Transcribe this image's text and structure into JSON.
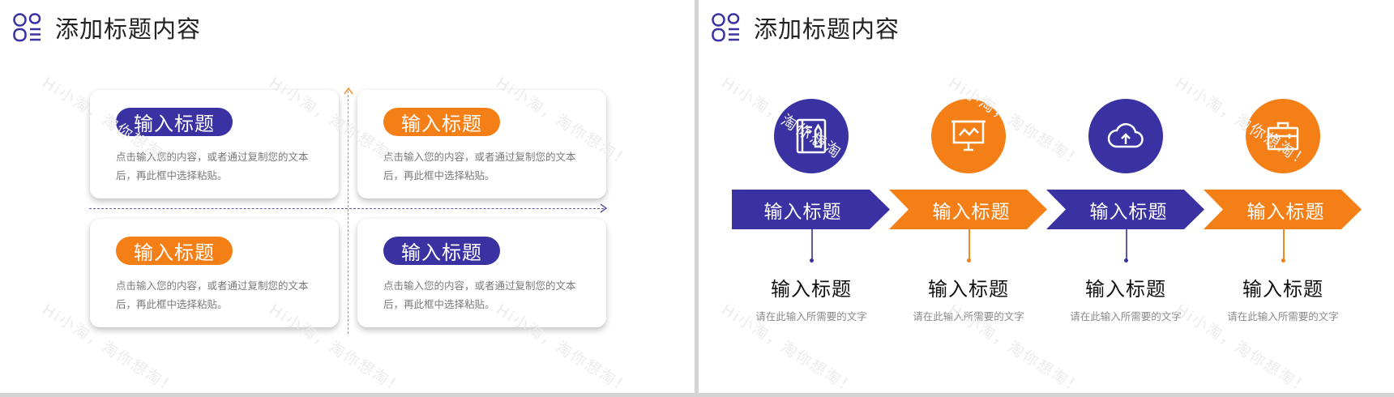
{
  "colors": {
    "purple": "#3a32a3",
    "orange": "#f47f16",
    "background_gap": "#d4d4d4",
    "body_text": "#7a7a7a"
  },
  "watermark": "Hi小淘，淘你想淘！",
  "left_slide": {
    "header": {
      "icon": "grid-list-icon",
      "title": "添加标题内容"
    },
    "cards": [
      {
        "title": "输入标题",
        "color": "purple",
        "text": "点击输入您的内容，或者通过复制您的文本后，再此框中选择粘贴。"
      },
      {
        "title": "输入标题",
        "color": "orange",
        "text": "点击输入您的内容，或者通过复制您的文本后，再此框中选择粘贴。"
      },
      {
        "title": "输入标题",
        "color": "orange",
        "text": "点击输入您的内容，或者通过复制您的文本后，再此框中选择粘贴。"
      },
      {
        "title": "输入标题",
        "color": "purple",
        "text": "点击输入您的内容，或者通过复制您的文本后，再此框中选择粘贴。"
      }
    ]
  },
  "right_slide": {
    "header": {
      "icon": "grid-list-icon",
      "title": "添加标题内容"
    },
    "steps": [
      {
        "icon": "notebook-pen-icon",
        "color": "purple",
        "chevron_label": "输入标题",
        "title": "输入标题",
        "subtitle": "请在此输入所需要的文字"
      },
      {
        "icon": "presentation-board-icon",
        "color": "orange",
        "chevron_label": "输入标题",
        "title": "输入标题",
        "subtitle": "请在此输入所需要的文字"
      },
      {
        "icon": "cloud-upload-icon",
        "color": "purple",
        "chevron_label": "输入标题",
        "title": "输入标题",
        "subtitle": "请在此输入所需要的文字"
      },
      {
        "icon": "briefcase-icon",
        "color": "orange",
        "chevron_label": "输入标题",
        "title": "输入标题",
        "subtitle": "请在此输入所需要的文字"
      }
    ]
  }
}
